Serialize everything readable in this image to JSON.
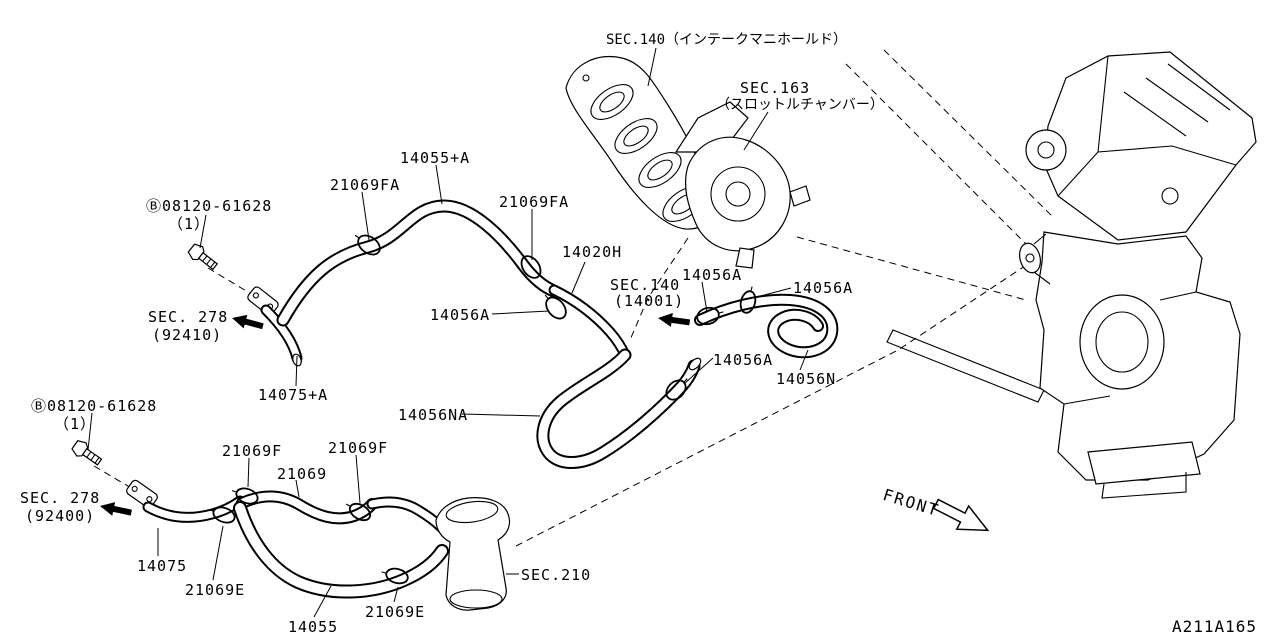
{
  "colors": {
    "background": "#ffffff",
    "line": "#000000"
  },
  "diagram_code": "A211A165",
  "front_label": "FRONT",
  "labels": {
    "sec140_intake": "SEC.140（インテークマニホールド）",
    "sec163": "SEC.163",
    "sec163_sub": "（スロットルチャンバー）",
    "p14055a": "14055+A",
    "p21069fa_1": "21069FA",
    "p21069fa_2": "21069FA",
    "bolt_top": "Ⓑ08120-61628",
    "bolt_top_qty": "（1）",
    "p14020h": "14020H",
    "sec140_14001_l1": "SEC.140",
    "sec140_14001_l2": "(14001)",
    "p14056a_1": "14056A",
    "p14056a_2": "14056A",
    "p14056a_3": "14056A",
    "p14056a_4": "14056A",
    "p14056n": "14056N",
    "sec278_upper_l1": "SEC. 278",
    "sec278_upper_l2": "(92410)",
    "p14075a": "14075+A",
    "bolt_left": "Ⓑ08120-61628",
    "bolt_left_qty": "（1）",
    "p14056na": "14056NA",
    "p21069f_1": "21069F",
    "p21069f_2": "21069F",
    "p21069": "21069",
    "sec278_lower_l1": "SEC. 278",
    "sec278_lower_l2": "(92400)",
    "p14075": "14075",
    "p21069e_1": "21069E",
    "sec210": "SEC.210",
    "p21069e_2": "21069E",
    "p14055": "14055"
  }
}
